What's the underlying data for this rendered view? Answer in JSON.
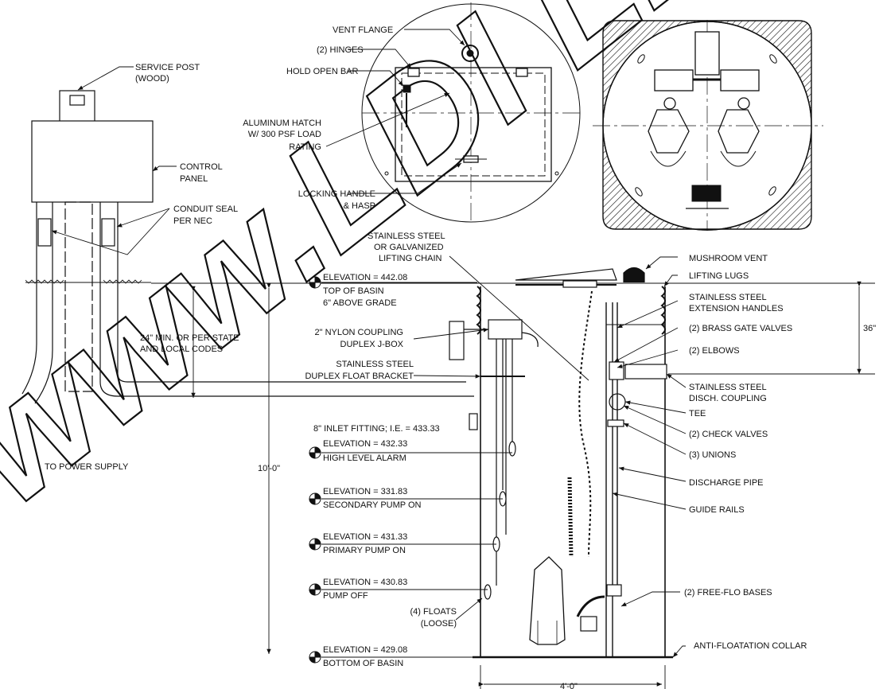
{
  "watermark": "www.LDI Line.com",
  "plan_view": {
    "vent_flange": "VENT FLANGE",
    "hinges": "(2) HINGES",
    "hold_open_bar": "HOLD OPEN BAR",
    "aluminum_hatch": [
      "ALUMINUM HATCH",
      "W/ 300 PSF LOAD",
      "RATING"
    ],
    "locking_handle": [
      "LOCKING HANDLE",
      "& HASP"
    ]
  },
  "service": {
    "service_post": [
      "SERVICE POST",
      "(WOOD)"
    ],
    "control_panel": [
      "CONTROL",
      "PANEL"
    ],
    "conduit_seal": [
      "CONDUIT SEAL",
      "PER NEC"
    ],
    "depth_note": [
      "24\" MIN. OR PER STATE",
      "AND LOCAL CODES"
    ],
    "to_power_supply": "TO POWER SUPPLY"
  },
  "section": {
    "lifting_chain": [
      "STAINLESS STEEL",
      "OR GALVANIZED",
      "LIFTING CHAIN"
    ],
    "coupling": [
      "2\" NYLON COUPLING",
      "DUPLEX J-BOX"
    ],
    "float_bracket": [
      "STAINLESS STEEL",
      "DUPLEX FLOAT BRACKET"
    ],
    "inlet": "8\" INLET FITTING; I.E. = 433.33",
    "floats": [
      "(4) FLOATS",
      "(LOOSE)"
    ],
    "height_dim": "10'-0\"",
    "width_dim": "4'-0\"",
    "right_dim": "36\""
  },
  "elevations": [
    {
      "value": "ELEVATION = 442.08",
      "desc": [
        "TOP OF BASIN",
        "6\" ABOVE GRADE"
      ]
    },
    {
      "value": "ELEVATION = 432.33",
      "desc": [
        "HIGH LEVEL ALARM"
      ]
    },
    {
      "value": "ELEVATION = 331.83",
      "desc": [
        "SECONDARY PUMP ON"
      ]
    },
    {
      "value": "ELEVATION = 431.33",
      "desc": [
        "PRIMARY PUMP ON"
      ]
    },
    {
      "value": "ELEVATION = 430.83",
      "desc": [
        "PUMP OFF"
      ]
    },
    {
      "value": "ELEVATION = 429.08",
      "desc": [
        "BOTTOM OF BASIN"
      ]
    }
  ],
  "callouts_right": [
    "MUSHROOM VENT",
    "LIFTING LUGS",
    [
      "STAINLESS STEEL",
      "EXTENSION HANDLES"
    ],
    "(2) BRASS GATE VALVES",
    "(2) ELBOWS",
    [
      "STAINLESS STEEL",
      "DISCH. COUPLING"
    ],
    "TEE",
    "(2) CHECK VALVES",
    "(3) UNIONS",
    "DISCHARGE PIPE",
    "GUIDE RAILS",
    "(2) FREE-FLO BASES",
    "ANTI-FLOATATION COLLAR"
  ]
}
